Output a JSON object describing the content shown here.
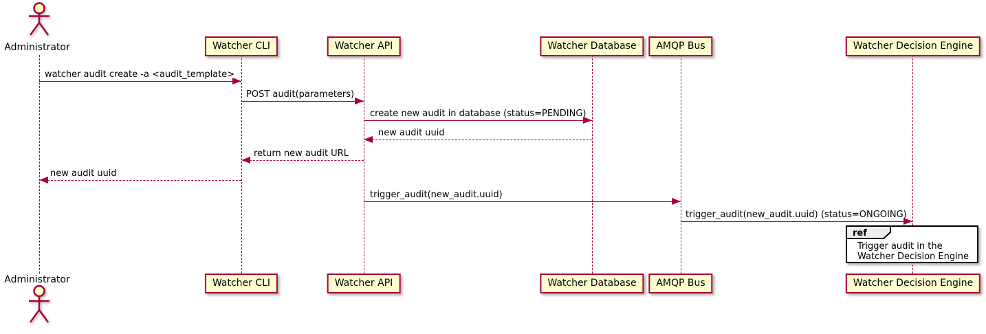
{
  "diagram": {
    "type": "sequence-diagram",
    "colors": {
      "accent": "#A80036",
      "participant_fill": "#FEFECE",
      "ref_header_fill": "#EEEEEE",
      "ref_border": "#000000",
      "background": "#FFFFFF"
    }
  },
  "actor": {
    "name": "Administrator"
  },
  "participants": [
    {
      "name": "Watcher CLI"
    },
    {
      "name": "Watcher API"
    },
    {
      "name": "Watcher Database"
    },
    {
      "name": "AMQP Bus"
    },
    {
      "name": "Watcher Decision Engine"
    }
  ],
  "messages": [
    {
      "text": "watcher audit create -a <audit_template>",
      "from": "Administrator",
      "to": "Watcher CLI",
      "style": "solid"
    },
    {
      "text": "POST audit(parameters)",
      "from": "Watcher CLI",
      "to": "Watcher API",
      "style": "solid"
    },
    {
      "text": "create new audit in database (status=PENDING)",
      "from": "Watcher API",
      "to": "Watcher Database",
      "style": "solid"
    },
    {
      "text": "new audit uuid",
      "from": "Watcher Database",
      "to": "Watcher API",
      "style": "dashed"
    },
    {
      "text": "return new audit URL",
      "from": "Watcher API",
      "to": "Watcher CLI",
      "style": "dashed"
    },
    {
      "text": "new audit uuid",
      "from": "Watcher CLI",
      "to": "Administrator",
      "style": "dashed"
    },
    {
      "text": "trigger_audit(new_audit.uuid)",
      "from": "Watcher API",
      "to": "AMQP Bus",
      "style": "solid"
    },
    {
      "text": "trigger_audit(new_audit.uuid) (status=ONGOING)",
      "from": "AMQP Bus",
      "to": "Watcher Decision Engine",
      "style": "solid"
    }
  ],
  "ref": {
    "tag": "ref",
    "lines": [
      "Trigger audit in the",
      "Watcher Decision Engine"
    ]
  }
}
